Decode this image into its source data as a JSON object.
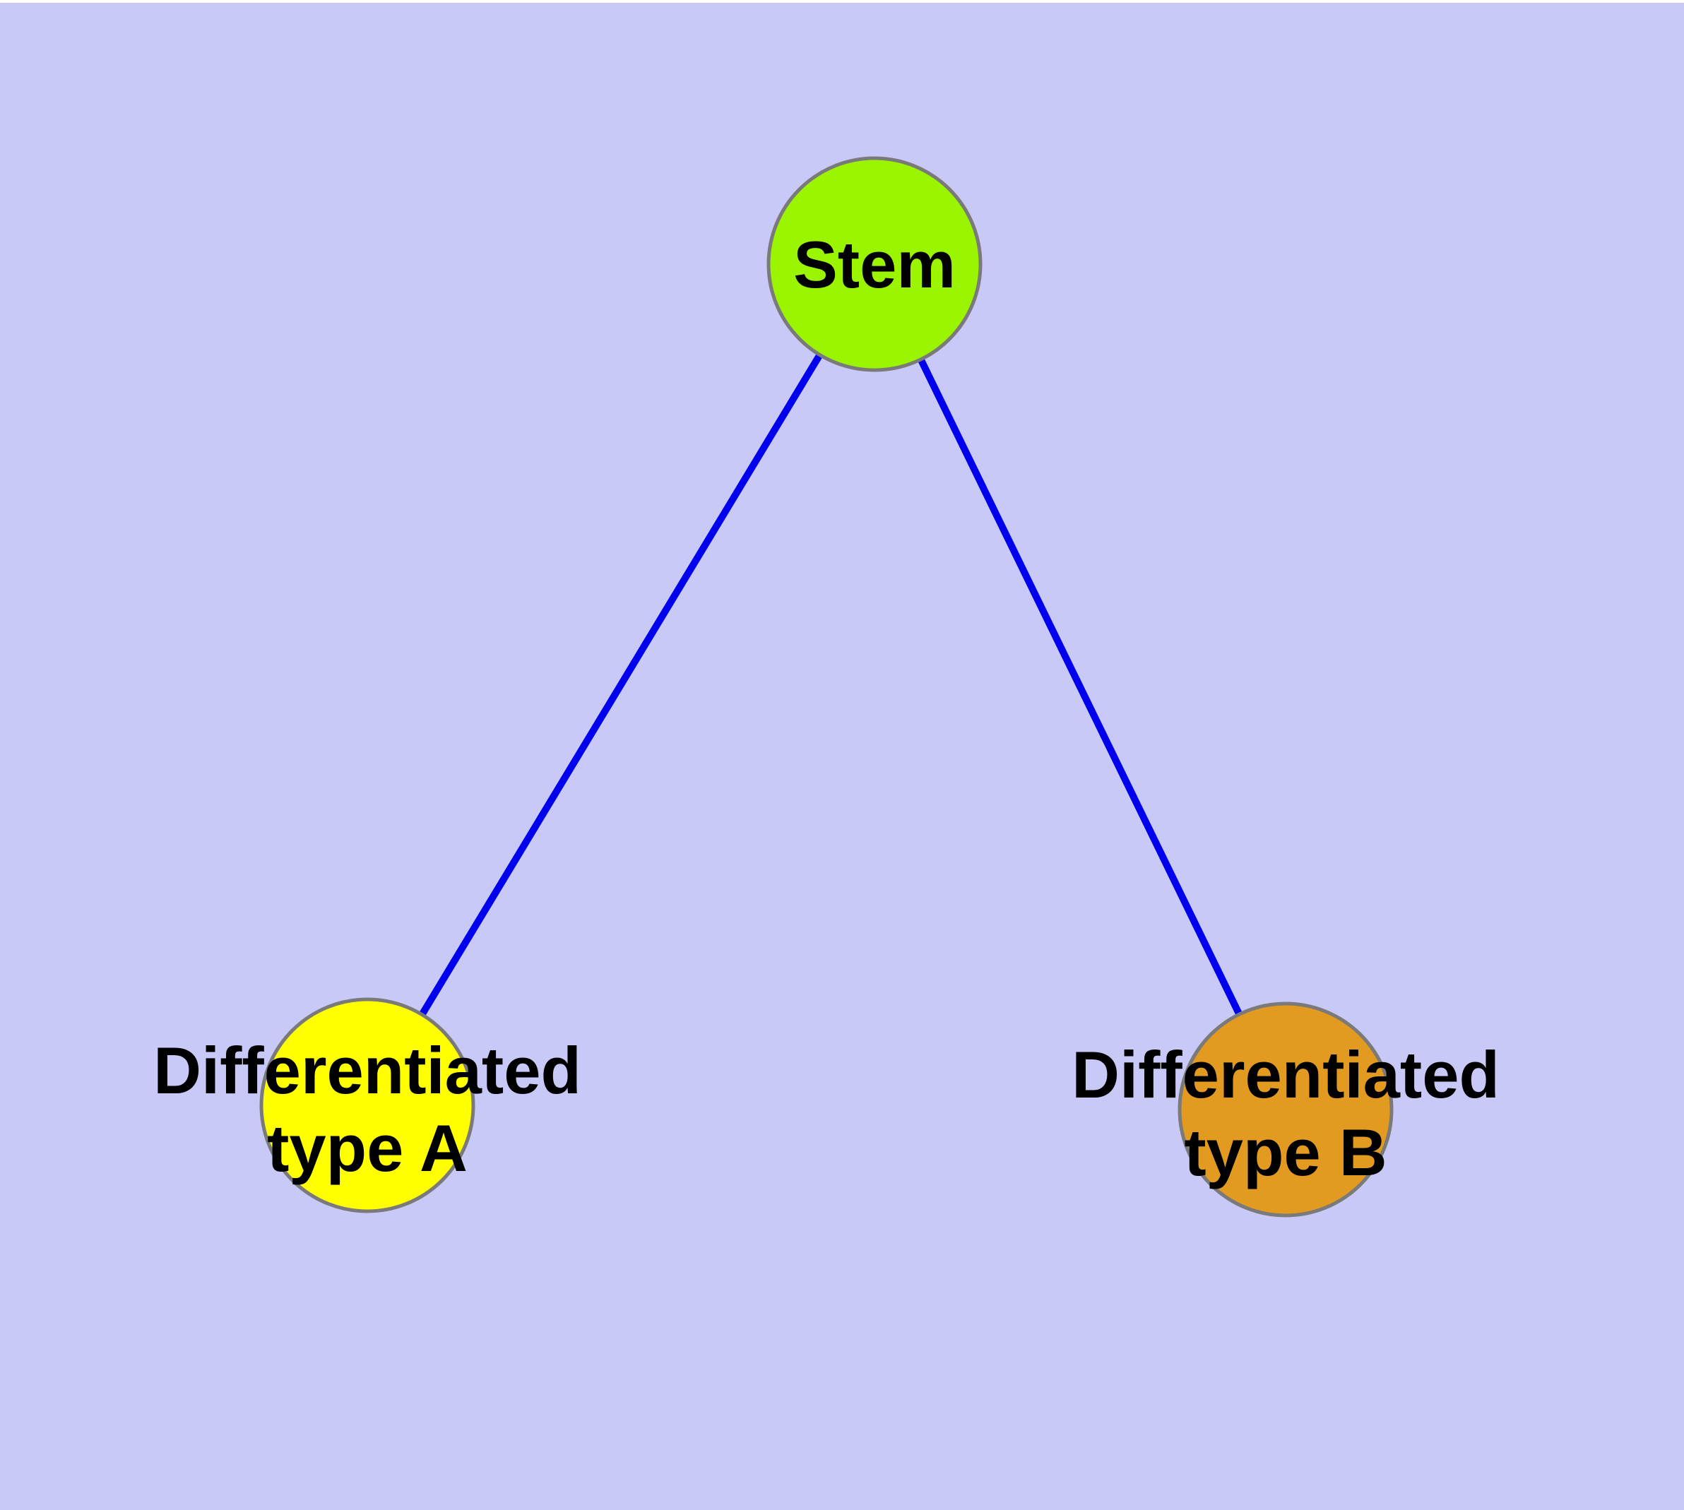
{
  "canvas": {
    "background_color": "#C9C9F8",
    "page_color": "#FFFFFF"
  },
  "graph": {
    "edge_color": "#0000EE",
    "node_border_color": "#7A7A7A",
    "nodes": [
      {
        "id": "stem",
        "label": "Stem",
        "fill": "#9BF500"
      },
      {
        "id": "differentiated-type-a",
        "label_lines": [
          "Differentiated",
          "type A"
        ],
        "fill": "#FFFF00"
      },
      {
        "id": "differentiated-type-b",
        "label_lines": [
          "Differentiated",
          "type B"
        ],
        "fill": "#E39A21"
      }
    ],
    "edges": [
      {
        "from": "stem",
        "to": "differentiated-type-a"
      },
      {
        "from": "stem",
        "to": "differentiated-type-b"
      }
    ]
  }
}
